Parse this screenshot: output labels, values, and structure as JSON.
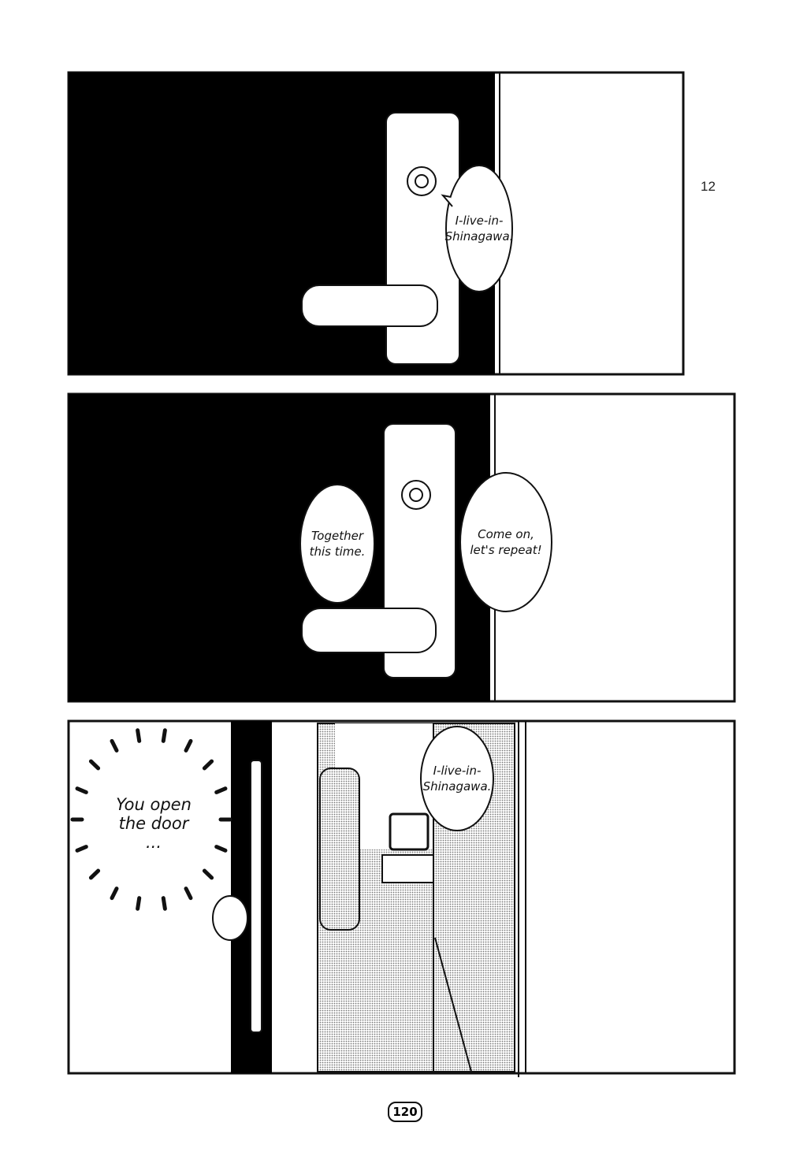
{
  "page_number": "120",
  "chapter_marker": "12",
  "panels": [
    {
      "bubbles": [
        {
          "text": "I-live-in-\nShinagawa."
        }
      ]
    },
    {
      "bubbles": [
        {
          "text": "Together\nthis time."
        },
        {
          "text": "Come on,\nlet's repeat!"
        }
      ]
    },
    {
      "narration": "You open\nthe door\n...",
      "bubbles": [
        {
          "text": "I-live-in-\nShinagawa."
        }
      ]
    }
  ]
}
